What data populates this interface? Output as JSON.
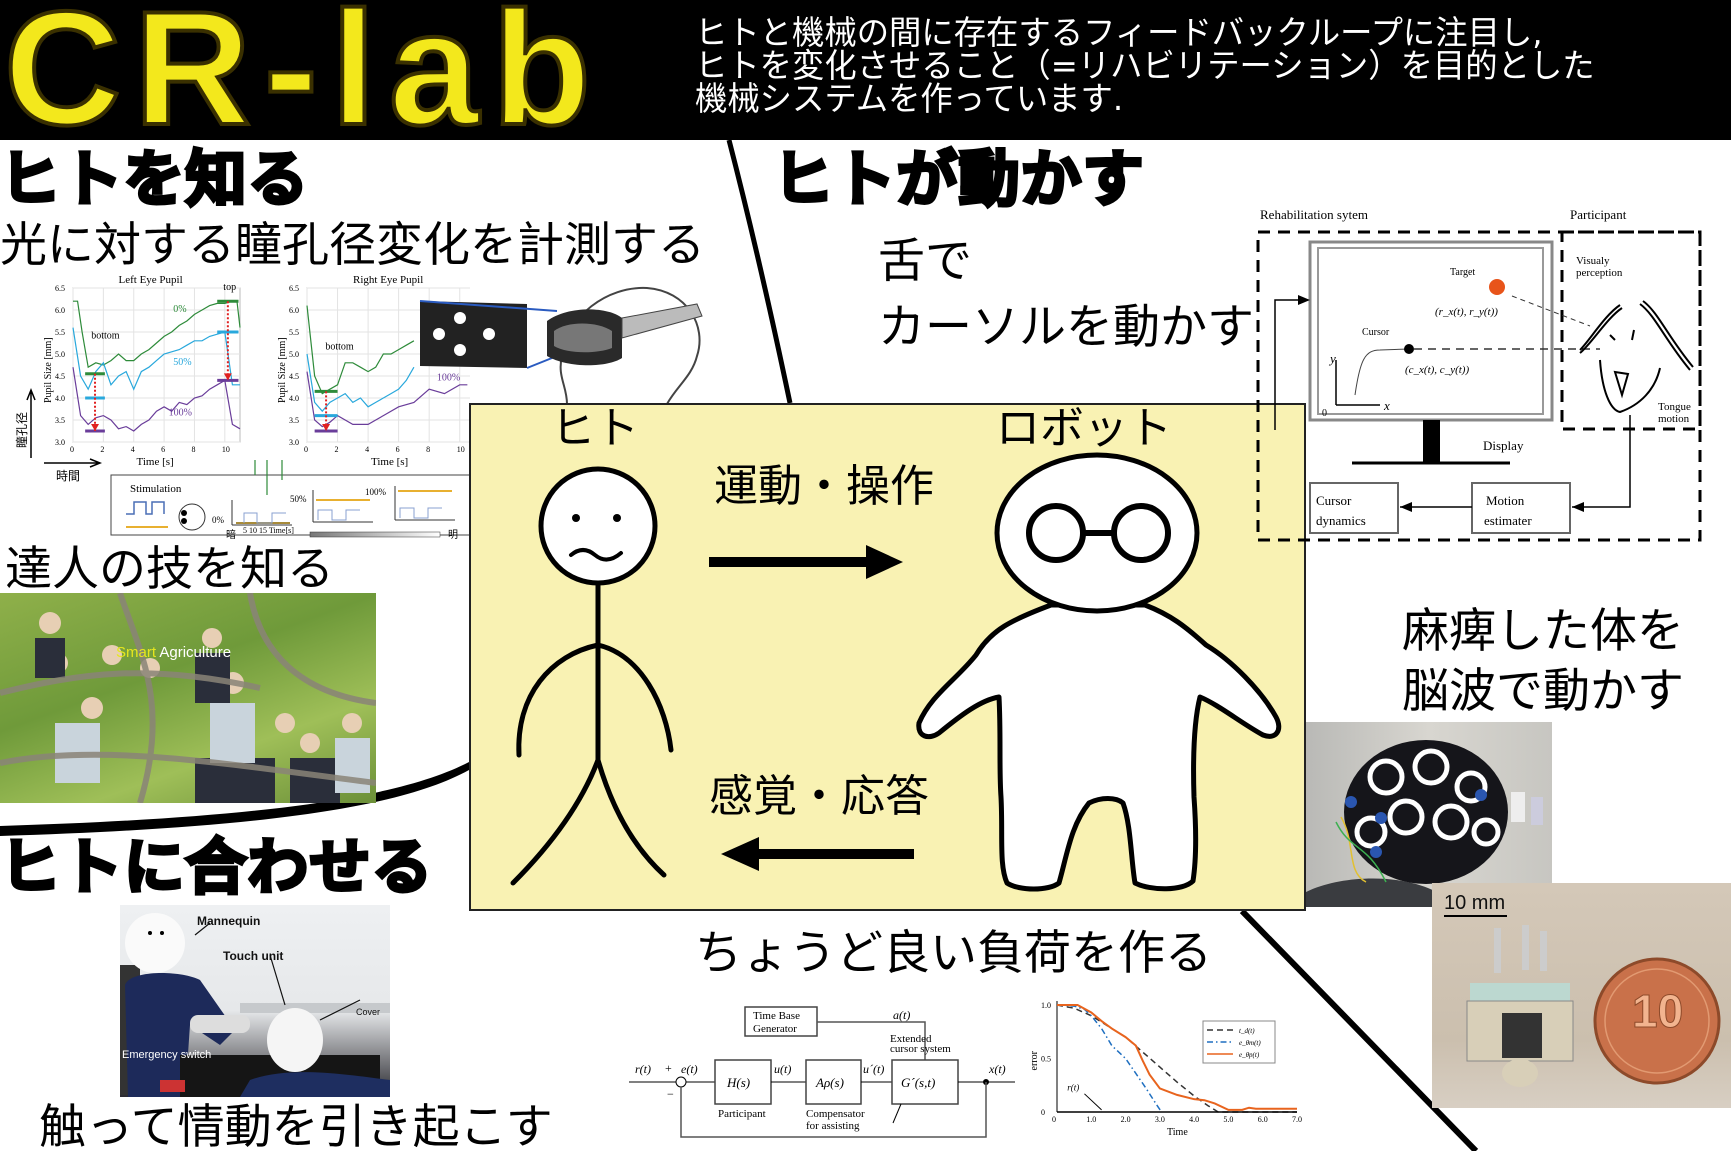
{
  "header": {
    "logo": "CR-lab",
    "intro_lines": [
      "ヒトと機械の間に存在するフィードバックループに注目し,",
      "ヒトを変化させること（=リハビリテーション）を目的とした",
      "機械システムを作っています."
    ],
    "colors": {
      "logo_yellow": "#f3e81c",
      "background": "#000000"
    }
  },
  "sections": {
    "know": {
      "title": "ヒトを知る",
      "subtitle": "光に対する瞳孔径変化を計測する",
      "subtitle2": "達人の技を知る"
    },
    "move": {
      "title": "ヒトが動かす",
      "subtitle_lines": [
        "舌で",
        "カーソルを動かす"
      ],
      "subtitle2_lines": [
        "麻痺した体を",
        "脳波で動かす"
      ]
    },
    "fit": {
      "title": "ヒトに合わせる",
      "subtitle": "触って情動を引き起こす",
      "subtitle2": "ちょうど良い負荷を作る"
    }
  },
  "center": {
    "human": "ヒト",
    "robot": "ロボット",
    "forward": "運動・操作",
    "backward": "感覚・応答",
    "box_color": "#f9f2b3"
  },
  "pupil_figure": {
    "axis_label_jp": "瞳孔径",
    "time_label_jp": "時間",
    "stimulation": {
      "title": "Stimulation",
      "levels": [
        "0%",
        "50%",
        "100%"
      ],
      "time_ticks": "5  10  15  Time[s]",
      "dark": "暗",
      "bright": "明"
    }
  },
  "rehab_diagram": {
    "system_label": "Rehabilitation sytem",
    "participant_label": "Participant",
    "target": "Target",
    "target_coord": "(r_x(t), r_y(t))",
    "cursor": "Cursor",
    "cursor_coord": "(c_x(t), c_y(t))",
    "axis_y": "y",
    "axis_x": "x",
    "origin": "0",
    "display": "Display",
    "visual": [
      "Visualy",
      "perception"
    ],
    "tongue": [
      "Tongue",
      "motion"
    ],
    "cursor_dynamics": [
      "Cursor",
      "dynamics"
    ],
    "motion_estimater": [
      "Motion",
      "estimater"
    ],
    "target_color": "#e8541a"
  },
  "photos": {
    "agriculture": {
      "word1": "Smart",
      "word2": "Agriculture"
    },
    "mannequin": {
      "mannequin": "Mannequin",
      "touch_unit": "Touch unit",
      "cover": "Cover",
      "emergency": "Emergency switch"
    },
    "coin": {
      "scale": "10 mm",
      "coin_value": "10"
    }
  },
  "block_diagram": {
    "tbg": [
      "Time Base",
      "Generator"
    ],
    "a": "a(t)",
    "ext": [
      "Extended",
      "cursor system"
    ],
    "r": "r(t)",
    "plus": "+",
    "minus": "−",
    "e": "e(t)",
    "H": "H(s)",
    "u": "u(t)",
    "A": "Aρ(s)",
    "u2": "u´(t)",
    "G": "G´(s,t)",
    "x": "x(t)",
    "participant": "Participant",
    "compensator": [
      "Compensator",
      "for assisting"
    ]
  },
  "chart_data": [
    {
      "type": "line",
      "title": "Left Eye Pupil",
      "xlabel": "Time [s]",
      "ylabel": "Pupil Size [mm]",
      "xlim": [
        0,
        11
      ],
      "ylim": [
        3.0,
        6.5
      ],
      "xticks": [
        0,
        2,
        4,
        6,
        8,
        10
      ],
      "yticks": [
        "3.0",
        "3.5",
        "4.0",
        "4.5",
        "5.0",
        "5.5",
        "6.0",
        "6.5"
      ],
      "grid": true,
      "series": [
        {
          "name": "0%",
          "color": "#2e8b3a",
          "x": [
            0,
            0.3,
            0.6,
            1,
            1.5,
            2,
            2.5,
            3,
            3.5,
            4,
            4.5,
            5,
            5.5,
            6,
            6.5,
            7,
            7.5,
            8,
            8.5,
            9,
            9.5,
            10,
            10.5,
            10.8,
            11
          ],
          "y": [
            6.2,
            6.2,
            5.5,
            4.7,
            4.8,
            4.75,
            4.85,
            5.0,
            4.85,
            4.85,
            5.0,
            5.1,
            5.25,
            5.4,
            5.5,
            5.65,
            5.75,
            5.9,
            6.0,
            6.1,
            6.15,
            6.15,
            6.2,
            6.2,
            5.6
          ]
        },
        {
          "name": "50%",
          "color": "#29a8dc",
          "x": [
            0,
            0.5,
            1,
            1.5,
            2,
            2.5,
            3,
            3.5,
            4,
            4.5,
            5,
            5.5,
            6,
            6.5,
            7,
            7.5,
            8,
            8.5,
            9,
            9.5,
            10,
            10.5,
            11
          ],
          "y": [
            5.6,
            4.5,
            4.2,
            4.6,
            4.8,
            4.3,
            4.5,
            4.6,
            4.2,
            4.6,
            4.7,
            4.85,
            5.0,
            5.05,
            5.1,
            5.2,
            5.3,
            5.3,
            5.4,
            5.45,
            5.5,
            4.3,
            4.3
          ]
        },
        {
          "name": "100%",
          "color": "#6a3d9a",
          "x": [
            0,
            0.5,
            1,
            1.5,
            2,
            2.5,
            3,
            3.5,
            4,
            4.5,
            5,
            5.5,
            6,
            6.5,
            7,
            7.5,
            8,
            8.5,
            9,
            9.5,
            10,
            10.5,
            11
          ],
          "y": [
            4.7,
            3.6,
            3.4,
            3.55,
            3.6,
            3.5,
            3.3,
            3.35,
            3.25,
            3.4,
            3.5,
            3.7,
            3.8,
            3.7,
            3.9,
            3.85,
            4.0,
            4.05,
            4.2,
            4.3,
            4.4,
            3.4,
            3.3
          ]
        }
      ],
      "annotations": [
        "bottom",
        "top",
        "0%",
        "50%",
        "100%"
      ],
      "markers": {
        "bottom": {
          "x": [
            0.8,
            2.1
          ],
          "levels": [
            4.55,
            4.0,
            3.25
          ]
        },
        "top": {
          "x": [
            9.5,
            10.9
          ],
          "levels": [
            6.2,
            5.5,
            4.4
          ]
        }
      }
    },
    {
      "type": "line",
      "title": "Right Eye Pupil",
      "xlabel": "Time [s]",
      "ylabel": "Pupil Size [mm]",
      "xlim": [
        0,
        11
      ],
      "ylim": [
        3.0,
        6.5
      ],
      "xticks": [
        0,
        2,
        4,
        6,
        8,
        10
      ],
      "yticks": [
        "3.0",
        "3.5",
        "4.0",
        "4.5",
        "5.0",
        "5.5",
        "6.0",
        "6.5"
      ],
      "grid": true,
      "series": [
        {
          "name": "0%",
          "color": "#2e8b3a",
          "x": [
            0,
            0.5,
            1,
            1.5,
            2,
            2.5,
            3,
            3.5,
            4,
            4.5,
            5,
            5.5,
            6,
            6.5,
            7
          ],
          "y": [
            6.1,
            4.5,
            4.1,
            4.2,
            4.3,
            4.8,
            4.8,
            4.7,
            4.6,
            4.7,
            5.0,
            5.0,
            5.1,
            5.2,
            5.3
          ]
        },
        {
          "name": "50%",
          "color": "#29a8dc",
          "x": [
            0,
            0.5,
            1,
            1.5,
            2,
            2.5,
            3,
            3.5,
            4,
            4.5,
            5,
            5.5,
            6,
            6.5,
            7
          ],
          "y": [
            5.0,
            3.9,
            3.7,
            3.9,
            4.0,
            4.1,
            3.9,
            4.0,
            3.8,
            3.9,
            4.0,
            4.1,
            4.2,
            4.4,
            4.7
          ]
        },
        {
          "name": "100%",
          "color": "#6a3d9a",
          "x": [
            0,
            0.5,
            1,
            1.5,
            2,
            3,
            4,
            5,
            6,
            7,
            8,
            9,
            10,
            10.5
          ],
          "y": [
            4.6,
            3.5,
            3.35,
            3.45,
            3.6,
            3.4,
            3.4,
            3.6,
            3.8,
            3.9,
            4.2,
            4.1,
            4.3,
            4.3
          ]
        }
      ],
      "annotations": [
        "bottom",
        "100%"
      ],
      "markers": {
        "bottom": {
          "x": [
            0.5,
            2.0
          ],
          "levels": [
            4.15,
            3.6,
            3.25
          ]
        }
      }
    },
    {
      "type": "line",
      "xlabel": "Time",
      "ylabel": "error",
      "xlim": [
        0,
        7
      ],
      "ylim": [
        0,
        1.0
      ],
      "xticks": [
        "0",
        "1.0",
        "2.0",
        "3.0",
        "4.0",
        "5.0",
        "6.0",
        "7.0"
      ],
      "yticks": [
        "0",
        "0.5",
        "1.0"
      ],
      "legend": "top-right",
      "annotation": "r(t)",
      "series": [
        {
          "name": "t_d(t)",
          "color": "#333333",
          "dash": "dashed",
          "x": [
            0,
            0.5,
            1,
            1.5,
            2,
            2.5,
            3,
            3.5,
            4,
            4.4,
            4.7,
            7
          ],
          "y": [
            1,
            0.97,
            0.9,
            0.8,
            0.7,
            0.56,
            0.42,
            0.28,
            0.15,
            0.06,
            0,
            0
          ]
        },
        {
          "name": "e_θm(t)",
          "color": "#1f6fc0",
          "dash": "dashdot",
          "x": [
            0,
            0.5,
            0.8,
            1,
            1.3,
            1.6,
            2,
            2.3,
            2.6,
            2.9,
            3.05
          ],
          "y": [
            1,
            0.99,
            0.96,
            0.9,
            0.78,
            0.62,
            0.5,
            0.36,
            0.22,
            0.07,
            0
          ]
        },
        {
          "name": "e_θp(t)",
          "color": "#e8641e",
          "dash": "solid",
          "x": [
            0,
            0.6,
            1,
            1.3,
            1.6,
            2,
            2.3,
            2.5,
            2.7,
            3,
            3.5,
            4,
            4.3,
            4.6,
            5,
            5.4,
            5.6,
            5.8,
            7
          ],
          "y": [
            1,
            1,
            0.93,
            0.85,
            0.78,
            0.7,
            0.62,
            0.48,
            0.35,
            0.22,
            0.16,
            0.12,
            0.11,
            0.08,
            0.02,
            0.02,
            0.04,
            0.03,
            0.03
          ]
        },
        {
          "name": "r(t)",
          "color": "#000000",
          "dash": "solid",
          "legend": false,
          "x": [
            0,
            7
          ],
          "y": [
            0,
            0
          ]
        }
      ]
    }
  ]
}
